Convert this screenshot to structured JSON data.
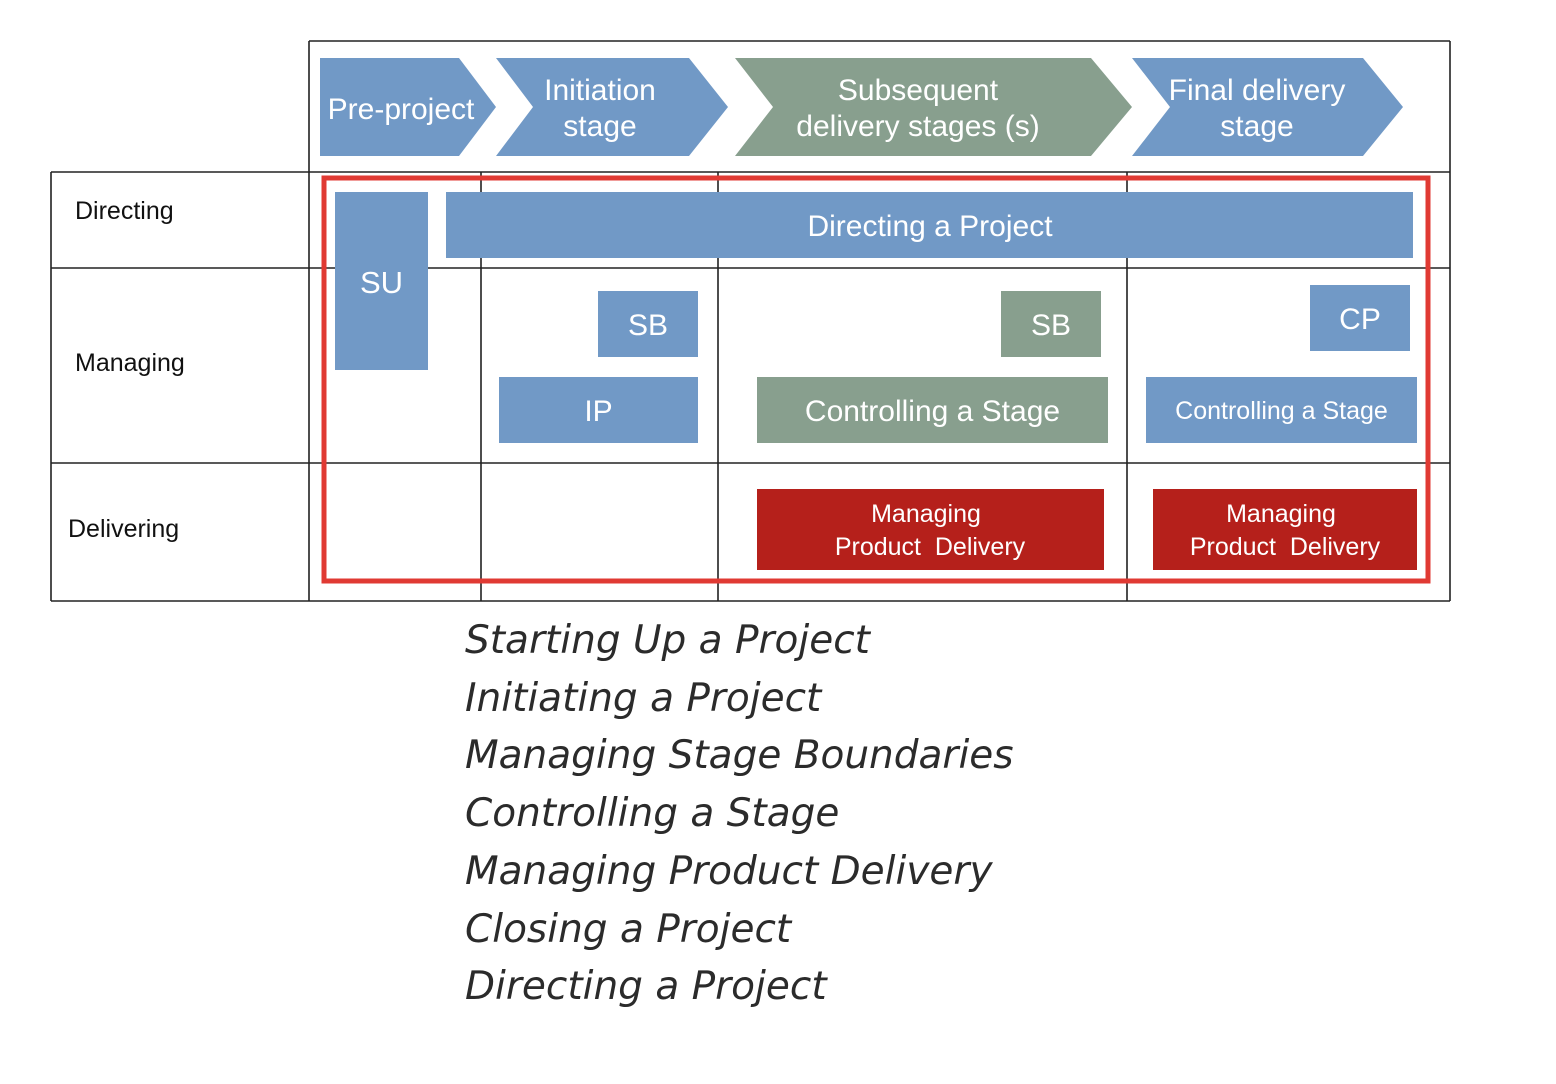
{
  "colors": {
    "blue": "#7199c6",
    "green": "#889f8e",
    "red": "#b5201b",
    "highlight": "#e03a33",
    "grid": "#222222"
  },
  "stages": [
    {
      "lines": [
        "Pre-project"
      ],
      "color": "blue"
    },
    {
      "lines": [
        "Initiation",
        "stage"
      ],
      "color": "blue"
    },
    {
      "lines": [
        "Subsequent",
        "delivery stages (s)"
      ],
      "color": "green"
    },
    {
      "lines": [
        "Final delivery",
        "stage"
      ],
      "color": "blue"
    }
  ],
  "rows": [
    "Directing",
    "Managing",
    "Delivering"
  ],
  "processes": {
    "su": "SU",
    "directing_a_project": "Directing a Project",
    "sb_initiation": "SB",
    "sb_subsequent": "SB",
    "cp": "CP",
    "ip": "IP",
    "controlling_subsequent": "Controlling a Stage",
    "controlling_final": "Controlling a Stage",
    "mpd_subsequent": [
      "Managing",
      "Product  Delivery"
    ],
    "mpd_final": [
      "Managing",
      "Product  Delivery"
    ]
  },
  "legend": [
    "Starting Up a Project",
    "Initiating a Project",
    "Managing Stage Boundaries",
    "Controlling a Stage",
    "Managing Product Delivery",
    "Closing a Project",
    "Directing a Project"
  ]
}
